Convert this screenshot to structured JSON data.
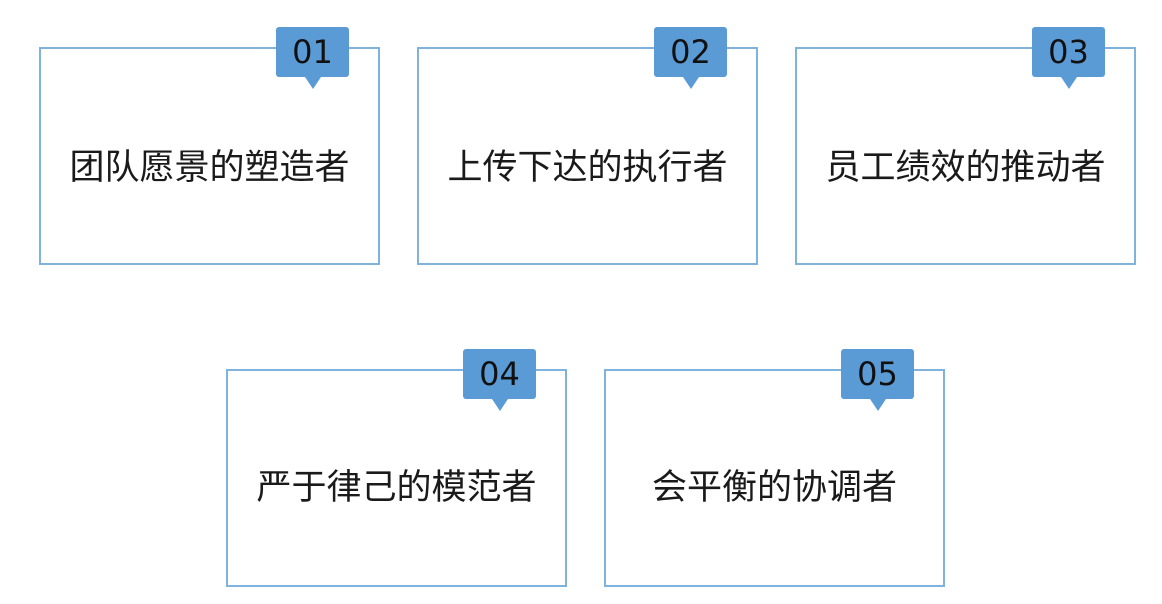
{
  "accent_color": "#5b9bd5",
  "border_color": "#7fb3dd",
  "items": [
    {
      "number": "01",
      "label": "团队愿景的塑造者"
    },
    {
      "number": "02",
      "label": "上传下达的执行者"
    },
    {
      "number": "03",
      "label": "员工绩效的推动者"
    },
    {
      "number": "04",
      "label": "严于律己的模范者"
    },
    {
      "number": "05",
      "label": "会平衡的协调者"
    }
  ]
}
